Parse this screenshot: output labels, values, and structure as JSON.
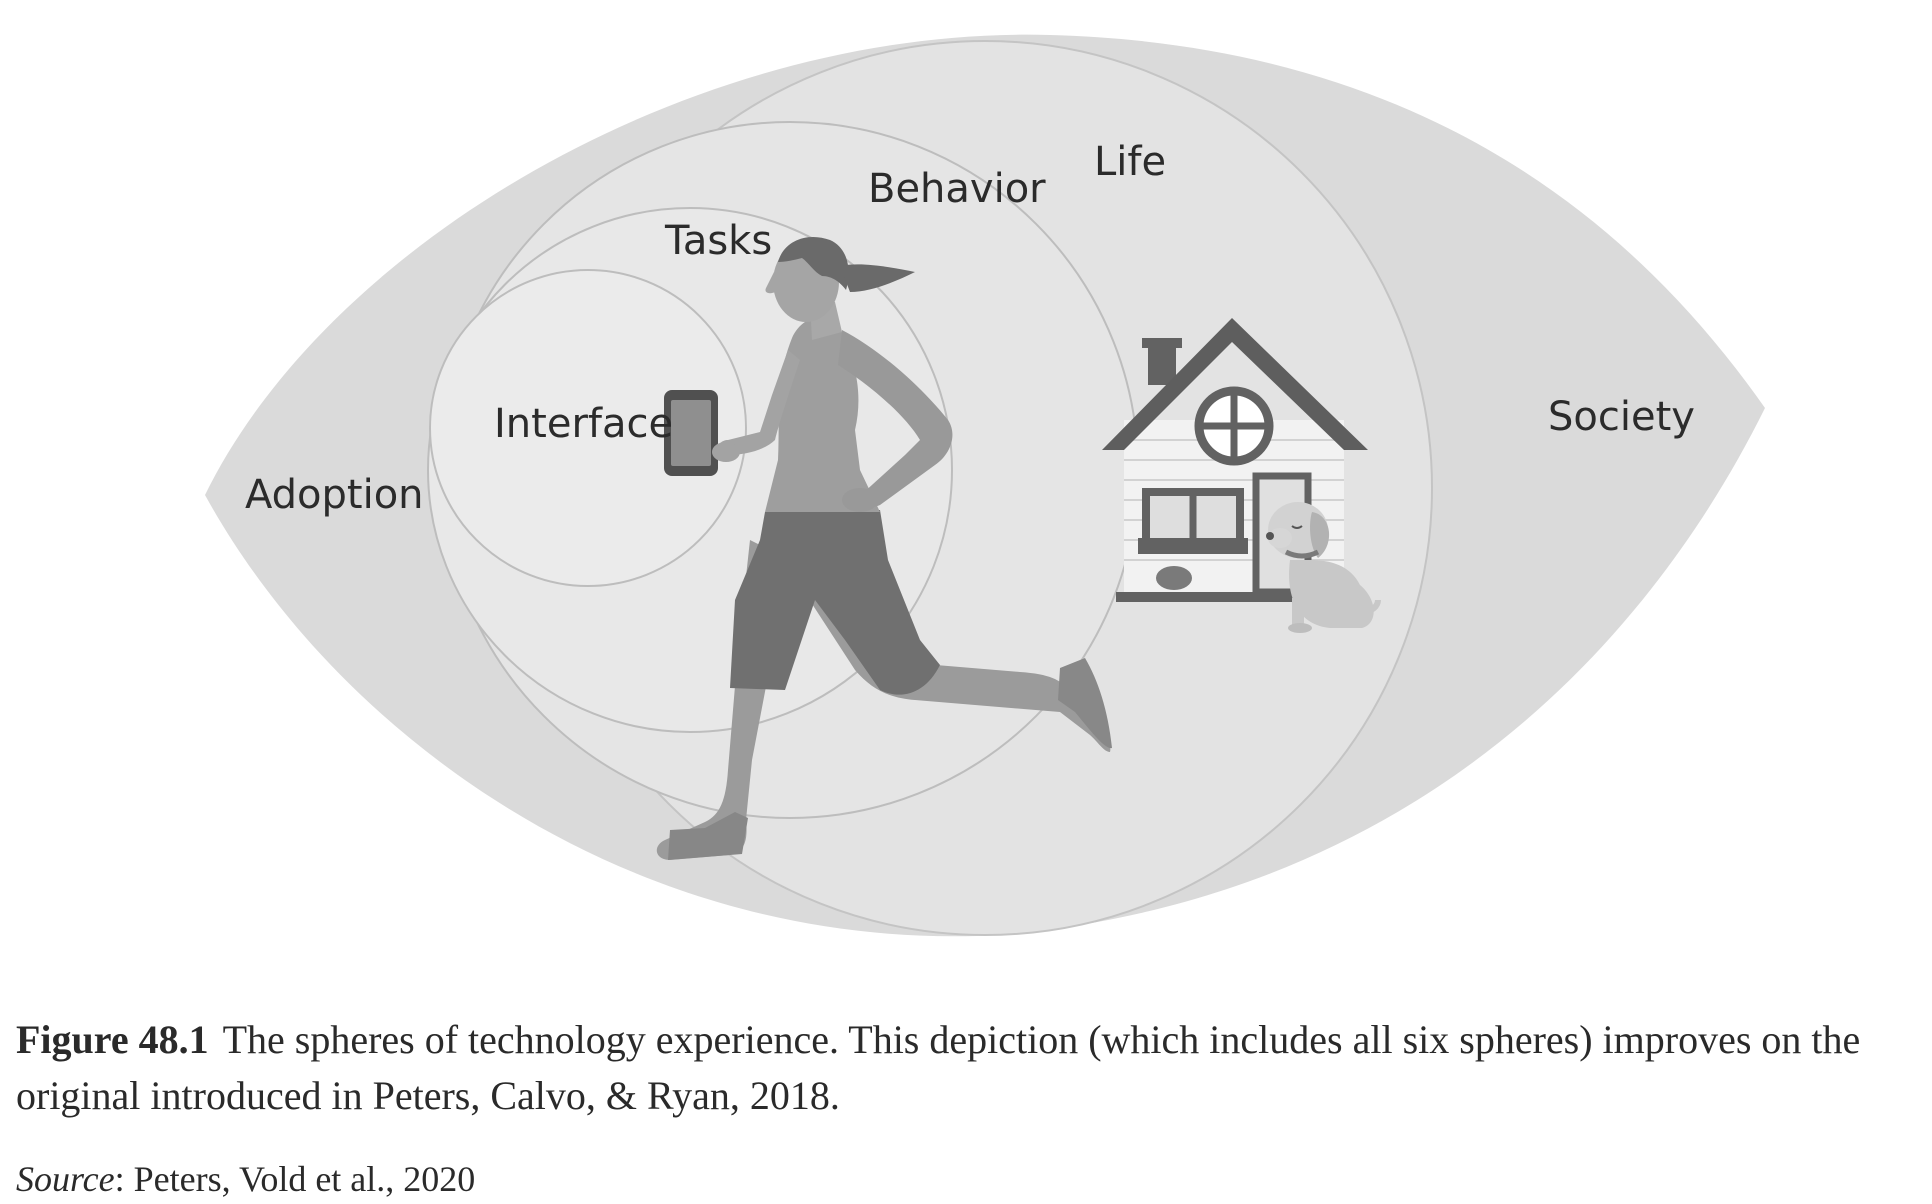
{
  "diagram": {
    "labels": {
      "adoption": "Adoption",
      "interface": "Interface",
      "tasks": "Tasks",
      "behavior": "Behavior",
      "life": "Life",
      "society": "Society"
    }
  },
  "caption": {
    "figure_number": "Figure 48.1",
    "text": "The spheres of technology experience. This depiction (which includes all six spheres) improves on the original introduced in Peters, Calvo, & Ryan, 2018."
  },
  "source": {
    "label": "Source",
    "text": ": Peters, Vold et al., 2020"
  },
  "colors": {
    "eye": "#dcdcdc",
    "spheres": "#e6e6e6",
    "sphere_lines": "#bdbdbd",
    "figure_dark": "#6f6f6f",
    "figure_mid": "#9a9a9a",
    "house": "#626262"
  }
}
